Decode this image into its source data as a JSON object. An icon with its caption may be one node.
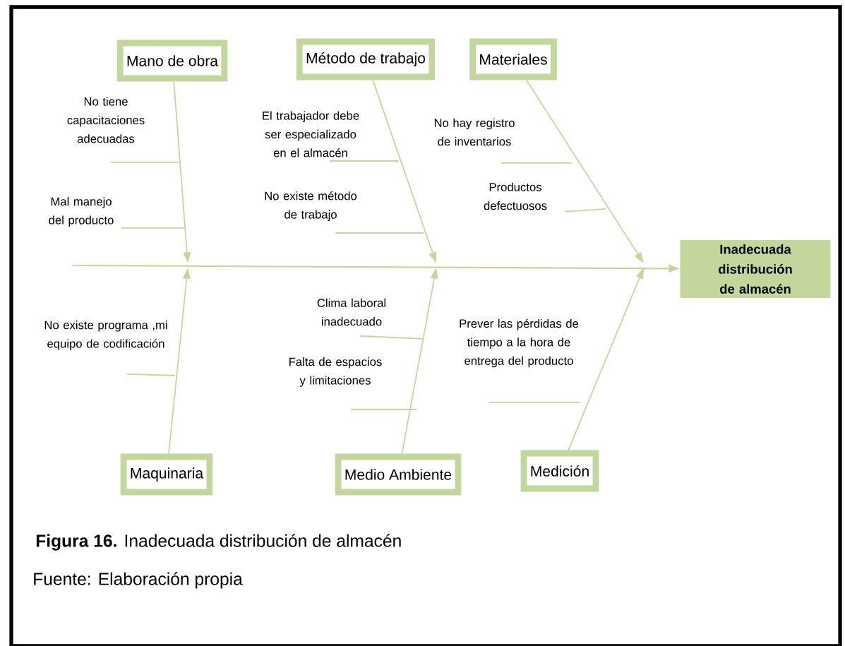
{
  "diagram": {
    "caption": "**Figura 16.** Inadecuada distribución de almacén",
    "nodes": [
      {
        "text": [
          "Mano de obra"
        ]
      },
      {
        "text": [
          "Método de trabajo"
        ]
      },
      {
        "text": [
          "Materiales"
        ]
      },
      {
        "text": [
          "Inadecuada distribución de almacén"
        ]
      },
      {
        "text": [
          "Maquinaria"
        ]
      },
      {
        "text": [
          "Medio Ambiente"
        ]
      },
      {
        "text": [
          "Medición"
        ]
      }
    ],
    "edges": [
      {
        "from": null,
        "to": 3,
        "arrow": "to"
      },
      {
        "from": 0,
        "to": null,
        "arrow": "to"
      },
      {
        "from": 1,
        "to": null,
        "arrow": "to"
      },
      {
        "from": 2,
        "to": null,
        "arrow": "to"
      },
      {
        "from": 4,
        "to": null,
        "arrow": "to"
      },
      {
        "from": 5,
        "to": null,
        "arrow": "to"
      },
      {
        "from": 6,
        "to": null,
        "arrow": "to"
      }
    ],
    "labels": [
      "No tiene capacitaciones adecuadas",
      "El trabajador debe ser especializado en el almacén",
      "No hay registro de inventarios",
      "Productos defectuosos",
      "No existe método de trabajo",
      "Mal manejo del producto",
      "Clima laboral inadecuado",
      "No existe programa ,mi equipo de codificación",
      "Prever las pérdidas de tiempo a la hora de entrega del producto",
      "Falta de espacios y limitaciones",
      "Fuente: Elaboración propia"
    ]
  }
}
